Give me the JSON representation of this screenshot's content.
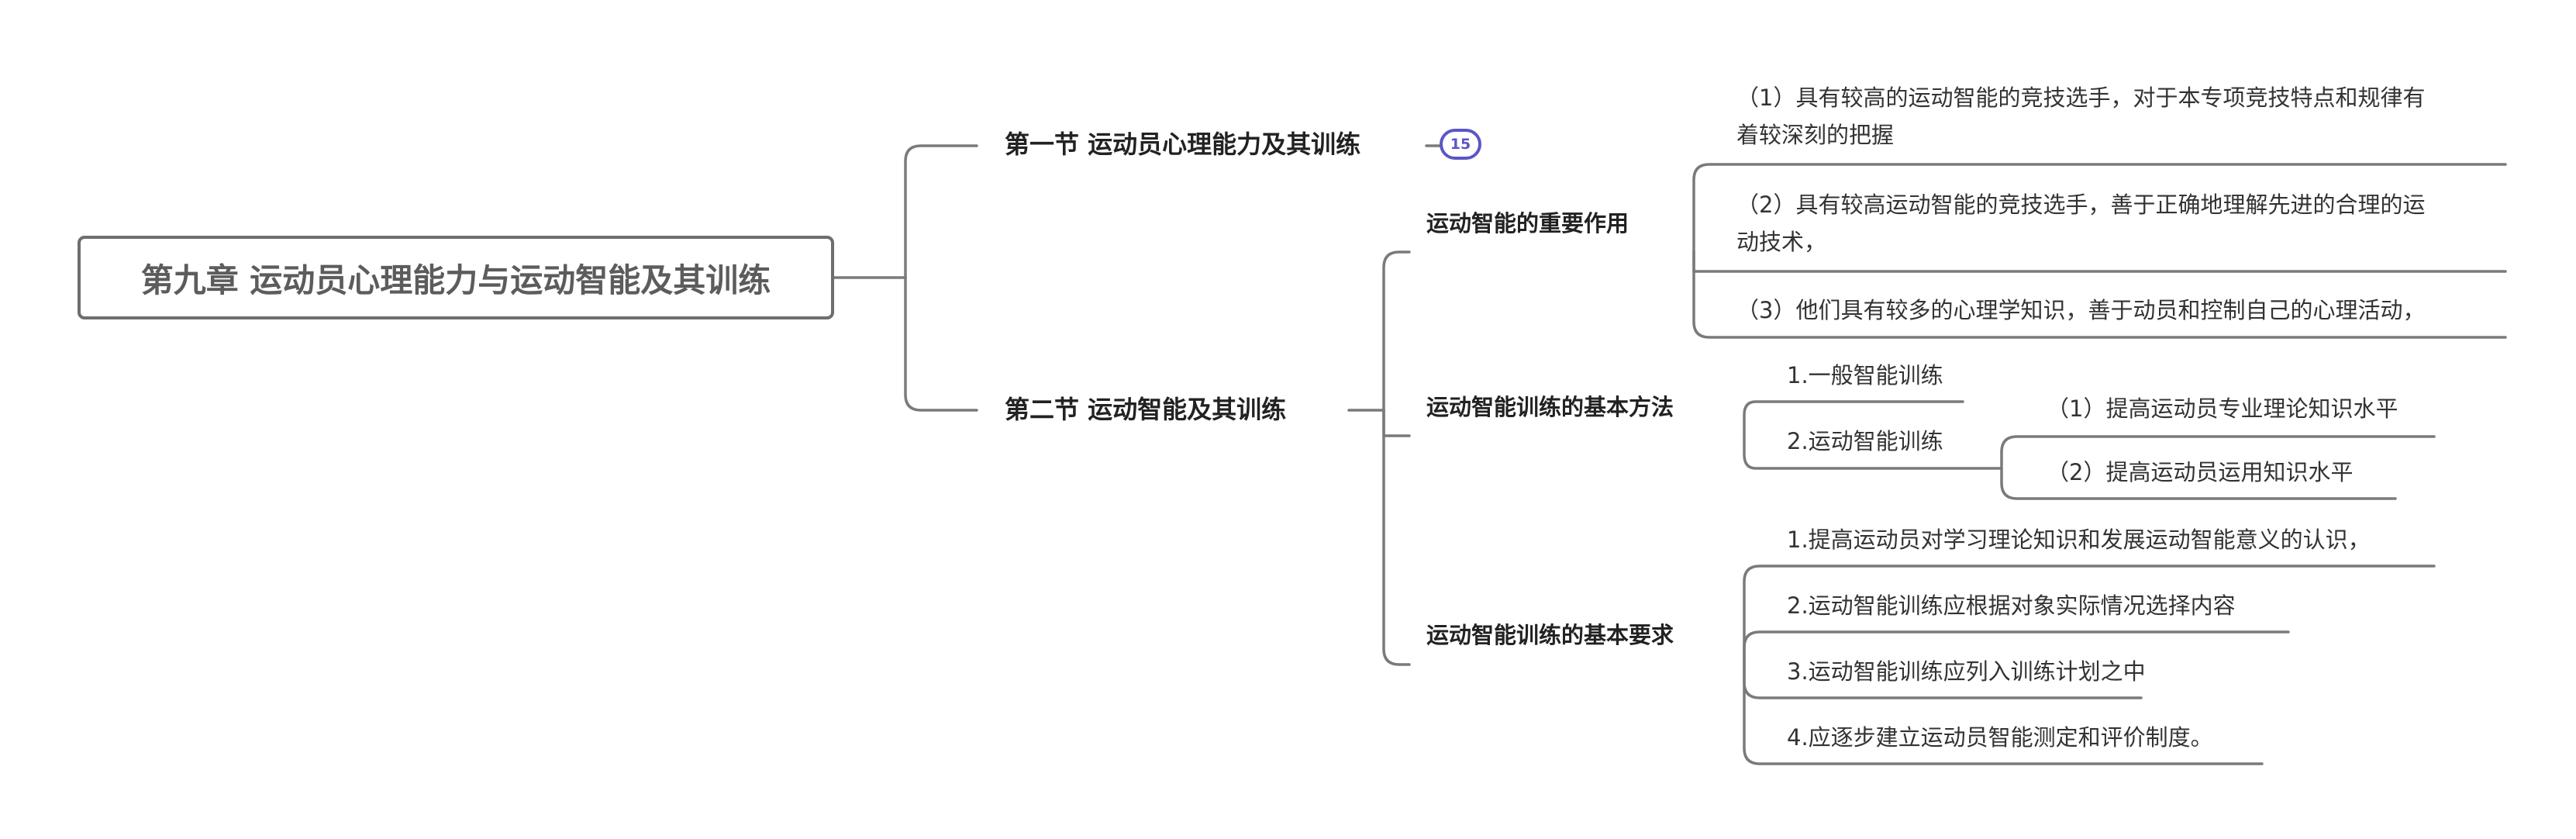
{
  "map": {
    "root": "第九章 运动员心理能力与运动智能及其训练",
    "section1": {
      "title": "第一节 运动员心理能力及其训练",
      "badge": "15"
    },
    "section2": {
      "title": "第二节 运动智能及其训练",
      "role": {
        "title": "运动智能的重要作用",
        "items": [
          [
            "（1）具有较高的运动智能的竞技选手，对于本专项竞技特点和规律有",
            "着较深刻的把握"
          ],
          [
            "（2）具有较高运动智能的竞技选手，善于正确地理解先进的合理的运",
            "动技术，"
          ],
          [
            "（3）他们具有较多的心理学知识，善于动员和控制自己的心理活动，"
          ]
        ]
      },
      "methods": {
        "title": "运动智能训练的基本方法",
        "general": "1.一般智能训练",
        "sport": {
          "title": "2.运动智能训练",
          "items": [
            "（1）提高运动员专业理论知识水平",
            "（2）提高运动员运用知识水平"
          ]
        }
      },
      "requirements": {
        "title": "运动智能训练的基本要求",
        "items": [
          "1.提高运动员对学习理论知识和发展运动智能意义的认识，",
          "2.运动智能训练应根据对象实际情况选择内容",
          "3.运动智能训练应列入训练计划之中",
          "4.应逐步建立运动员智能测定和评价制度。"
        ]
      }
    }
  }
}
